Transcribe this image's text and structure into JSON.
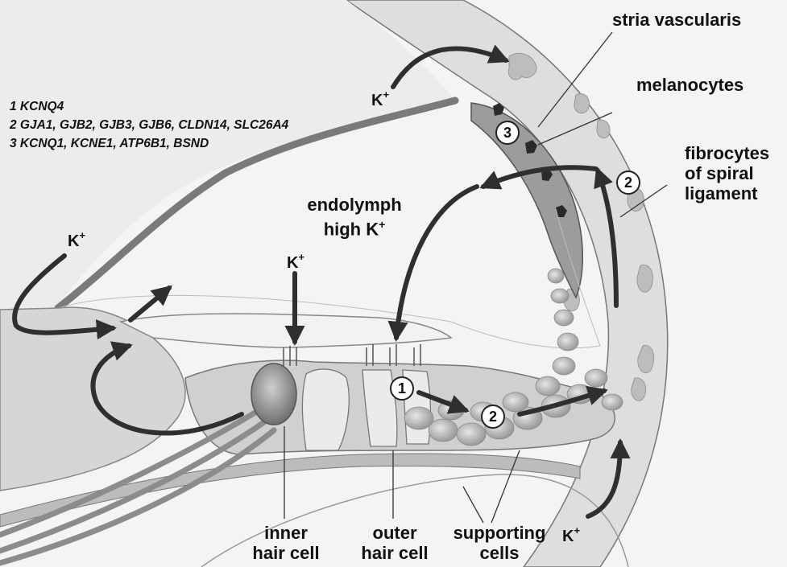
{
  "labels": {
    "stria": "stria vascularis",
    "melanocytes": "melanocytes",
    "fibrocytes": [
      "fibrocytes",
      "of spiral",
      "ligament"
    ],
    "endolymph": [
      "endolymph",
      "high K"
    ],
    "endolymph_sup": "+",
    "inner": [
      "inner",
      "hair cell"
    ],
    "outer": [
      "outer",
      "hair cell"
    ],
    "supporting": [
      "supporting",
      "cells"
    ]
  },
  "genes": [
    "1 KCNQ4",
    "2 GJA1, GJB2, GJB3, GJB6, CLDN14, SLC26A4",
    "3 KCNQ1, KCNE1, ATP6B1, BSND"
  ],
  "ions": {
    "symbol": "K",
    "charge": "+"
  },
  "badges": {
    "one": "1",
    "two": "2",
    "three": "3"
  },
  "colors": {
    "background": "#f4f4f4",
    "tissue": "#d2d2d2",
    "tissue_dark": "#a8a8a8",
    "stria": "#9c9c9c",
    "arrow": "#2f2f2f",
    "membrane": "#6e6e6e"
  }
}
